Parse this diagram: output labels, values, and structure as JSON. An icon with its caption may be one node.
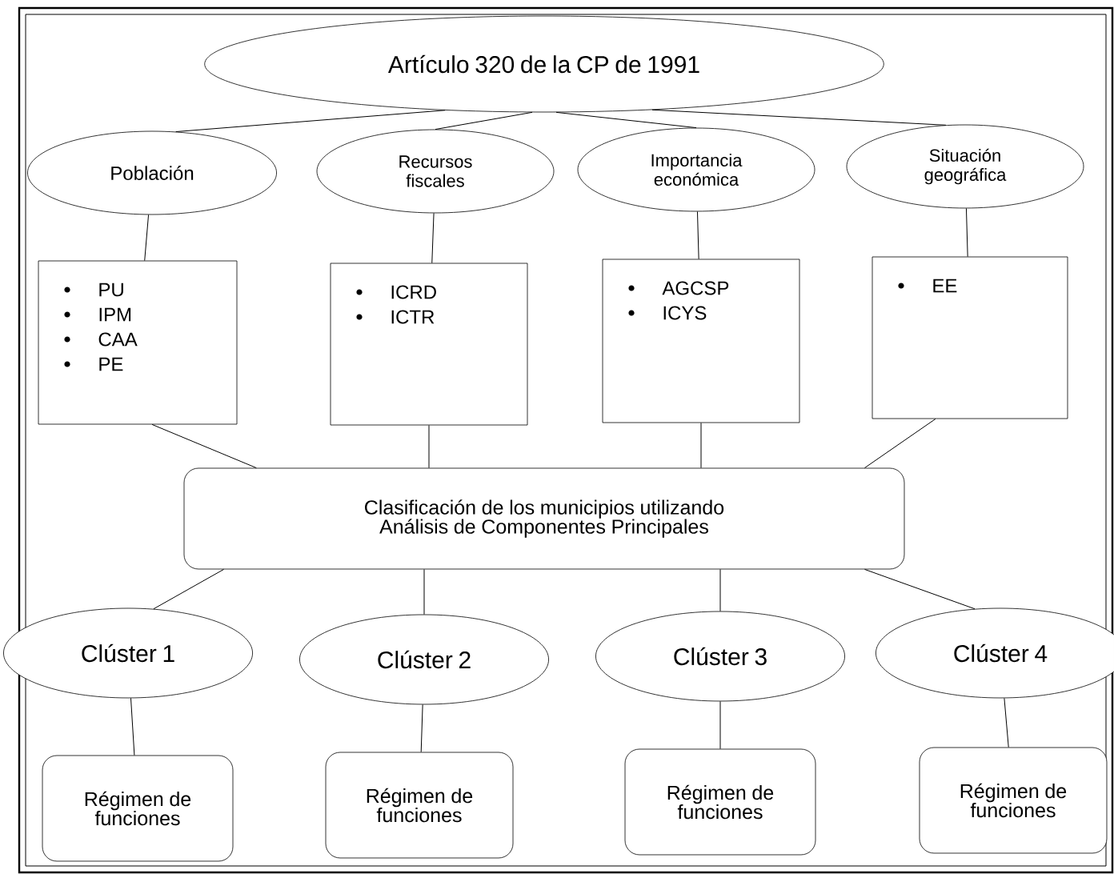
{
  "diagram": {
    "nodes": [
      {
        "text": [
          "Artículo 320 de la CP de 1991"
        ]
      },
      {
        "text": [
          "Población"
        ]
      },
      {
        "text": [
          "Recursos fiscales"
        ]
      },
      {
        "text": [
          "Importancia económica"
        ]
      },
      {
        "text": [
          "Situación geográfica"
        ]
      },
      {
        "text": [
          "PU",
          "IPM",
          "CAA",
          "PE"
        ]
      },
      {
        "text": [
          "ICRD",
          "ICTR"
        ]
      },
      {
        "text": [
          "AGCSP",
          "ICYS"
        ]
      },
      {
        "text": [
          "EE"
        ]
      },
      {
        "text": [
          "Clasificación de los municipios utilizando Análisis de Componentes Principales"
        ]
      },
      {
        "text": [
          "Clúster 1"
        ]
      },
      {
        "text": [
          "Clúster 2"
        ]
      },
      {
        "text": [
          "Clúster 3"
        ]
      },
      {
        "text": [
          "Clúster 4"
        ]
      },
      {
        "text": [
          "Régimen de funciones"
        ]
      },
      {
        "text": [
          "Régimen de funciones"
        ]
      },
      {
        "text": [
          "Régimen de funciones"
        ]
      },
      {
        "text": [
          "Régimen de funciones"
        ]
      }
    ],
    "edges": [
      {
        "from": 0,
        "to": 1,
        "arrow": "none"
      },
      {
        "from": 0,
        "to": 2,
        "arrow": "none"
      },
      {
        "from": 0,
        "to": 3,
        "arrow": "none"
      },
      {
        "from": 0,
        "to": 4,
        "arrow": "none"
      },
      {
        "from": 1,
        "to": 5,
        "arrow": "none"
      },
      {
        "from": 2,
        "to": 6,
        "arrow": "none"
      },
      {
        "from": 3,
        "to": 7,
        "arrow": "none"
      },
      {
        "from": 4,
        "to": 8,
        "arrow": "none"
      },
      {
        "from": 5,
        "to": 9,
        "arrow": "none"
      },
      {
        "from": 6,
        "to": 9,
        "arrow": "none"
      },
      {
        "from": 7,
        "to": 9,
        "arrow": "none"
      },
      {
        "from": 8,
        "to": 9,
        "arrow": "none"
      },
      {
        "from": 9,
        "to": 10,
        "arrow": "none"
      },
      {
        "from": 9,
        "to": 11,
        "arrow": "none"
      },
      {
        "from": 9,
        "to": 12,
        "arrow": "none"
      },
      {
        "from": 9,
        "to": 13,
        "arrow": "none"
      },
      {
        "from": 10,
        "to": 14,
        "arrow": "none"
      },
      {
        "from": 11,
        "to": 15,
        "arrow": "none"
      },
      {
        "from": 12,
        "to": 16,
        "arrow": "none"
      },
      {
        "from": 13,
        "to": 17,
        "arrow": "none"
      }
    ]
  }
}
